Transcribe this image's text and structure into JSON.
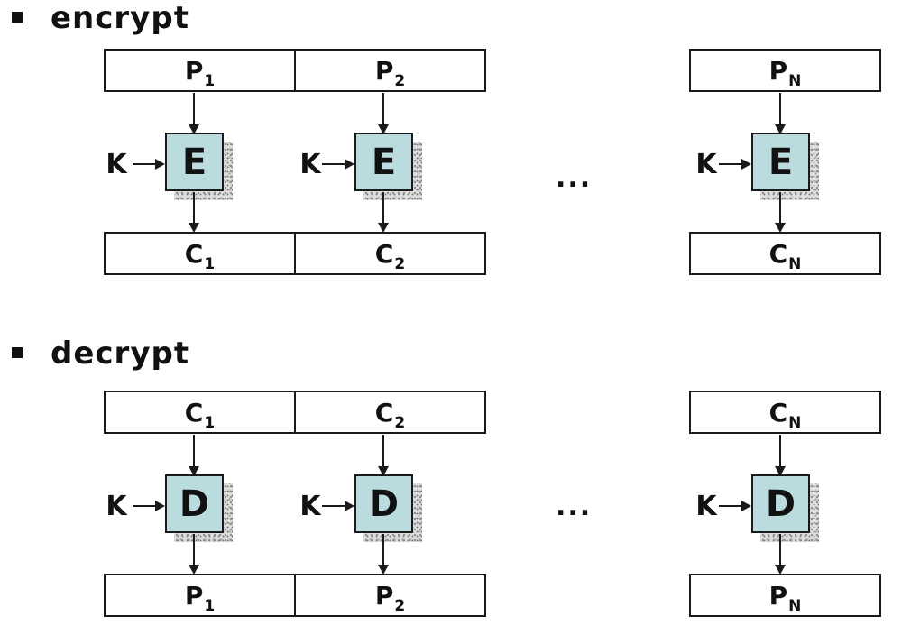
{
  "colors": {
    "background": "#ffffff",
    "cipher_box_fill": "#badcdf",
    "border": "#1a1a1a",
    "shadow_gray": "#dedede",
    "text": "#111111"
  },
  "icons": {
    "bullet": "square-bullet"
  },
  "sections": [
    {
      "id": "encrypt",
      "title": "encrypt",
      "key_label": "K",
      "cipher_letter": "E",
      "ellipsis": "...",
      "top_blocks": {
        "cells": [
          {
            "main": "P",
            "sub": "1"
          },
          {
            "main": "P",
            "sub": "2"
          }
        ],
        "single": {
          "main": "P",
          "sub": "N"
        }
      },
      "bottom_blocks": {
        "cells": [
          {
            "main": "C",
            "sub": "1"
          },
          {
            "main": "C",
            "sub": "2"
          }
        ],
        "single": {
          "main": "C",
          "sub": "N"
        }
      }
    },
    {
      "id": "decrypt",
      "title": "decrypt",
      "key_label": "K",
      "cipher_letter": "D",
      "ellipsis": "...",
      "top_blocks": {
        "cells": [
          {
            "main": "C",
            "sub": "1"
          },
          {
            "main": "C",
            "sub": "2"
          }
        ],
        "single": {
          "main": "C",
          "sub": "N"
        }
      },
      "bottom_blocks": {
        "cells": [
          {
            "main": "P",
            "sub": "1"
          },
          {
            "main": "P",
            "sub": "2"
          }
        ],
        "single": {
          "main": "P",
          "sub": "N"
        }
      }
    }
  ]
}
